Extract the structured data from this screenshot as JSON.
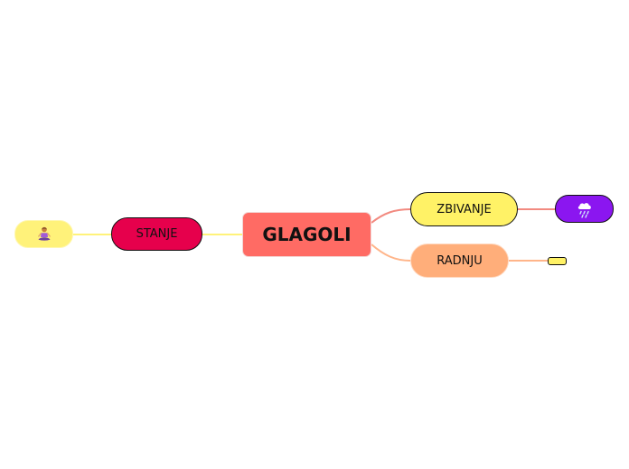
{
  "mindmap": {
    "root": {
      "label": "GLAGOLI",
      "color": "#ff6b64"
    },
    "branches": [
      {
        "id": "zbivanje",
        "label": "ZBIVANJE",
        "color": "#fff266",
        "line_color": "#f28a80"
      },
      {
        "id": "radnju",
        "label": "RADNJU",
        "color": "#ffae7a",
        "line_color": "#ffb58a"
      },
      {
        "id": "stanje",
        "label": "STANJE",
        "color": "#e6004c",
        "line_color": "#fff27a"
      }
    ],
    "leaves": [
      {
        "parent": "zbivanje",
        "icon": "cloud-rain-icon",
        "color": "#8b16f0",
        "line_color": "#f28a80"
      },
      {
        "parent": "radnju",
        "icon": "",
        "color": "#fff266",
        "line_color": "#ffb58a"
      },
      {
        "parent": "stanje",
        "icon": "person-meditating-icon",
        "color": "#fff27a",
        "line_color": "#fff27a"
      }
    ]
  }
}
